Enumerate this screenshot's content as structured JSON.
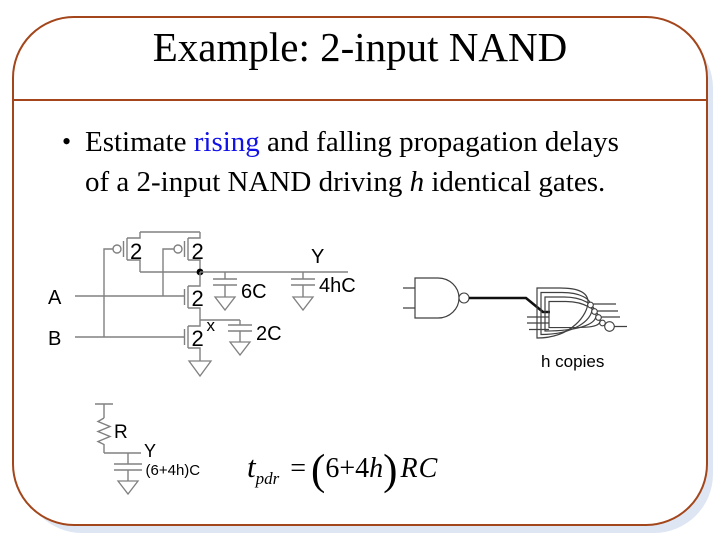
{
  "colors": {
    "border-brown": "#A3461B",
    "accent-blue": "#1111E8",
    "circuit-gray": "#808080",
    "gate-dark": "#404040",
    "shadow-blue": "#dde6f2"
  },
  "slide": {
    "title": "Example: 2-input NAND",
    "bullet": {
      "marker": "•",
      "line1_pre": "Estimate ",
      "line1_highlight": "rising",
      "line1_post": " and falling propagation delays",
      "line2_pre": "of a 2-input NAND driving ",
      "line2_italic": "h",
      "line2_post": " identical gates."
    }
  },
  "schematic": {
    "labels": {
      "input_a": "A",
      "input_b": "B",
      "pmos_b_size": "2",
      "pmos_a_size": "2",
      "nmos_a_size": "2",
      "nmos_b_size": "2",
      "output": "Y",
      "cap_out": "6C",
      "cap_load": "4hC",
      "node_x": "x",
      "cap_x": "2C"
    }
  },
  "fanout": {
    "label": "h copies"
  },
  "rc_model": {
    "resistor": "R",
    "node": "Y",
    "cap": "(6+4h)C"
  },
  "equation": {
    "t": "t",
    "sub": "pdr",
    "equals": "=",
    "open_paren": "(",
    "coeff": "6+4",
    "h": "h",
    "close_paren": ")",
    "rc": "RC"
  }
}
